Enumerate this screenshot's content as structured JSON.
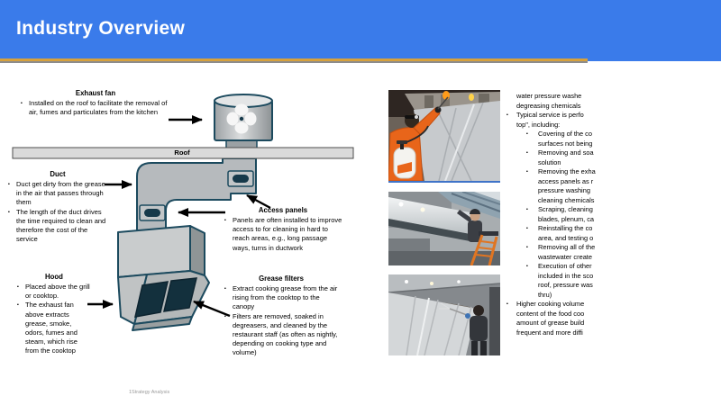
{
  "slide": {
    "title": "Industry Overview"
  },
  "colors": {
    "header_blue": "#3a7bea",
    "accent_gold": "#d6a13d",
    "accent_gray": "#8c8c8c",
    "diagram_outline": "#1c4a5e",
    "panel_navy": "#16394a"
  },
  "diagram": {
    "roof_label": "Roof",
    "callouts": {
      "exhaust_fan": {
        "title": "Exhaust fan",
        "bullets": [
          "Installed on the roof to facilitate the removal of air, fumes and particulates from the kitchen"
        ]
      },
      "duct": {
        "title": "Duct",
        "bullets": [
          "Duct get dirty from the grease in the air that passes through them",
          "The length of the duct drives the time required to clean and therefore the cost of the service"
        ]
      },
      "access_panels": {
        "title": "Access panels",
        "bullets": [
          "Panels are often installed to improve access to for cleaning in hard to reach areas, e.g., long passage ways, turns in ductwork"
        ]
      },
      "grease_filters": {
        "title": "Grease filters",
        "bullets": [
          "Extract cooking grease from the air rising from the cooktop to the canopy",
          "Filters are removed, soaked in degreasers, and cleaned by the restaurant staff (as often as nightly, depending on cooking type and volume)"
        ]
      },
      "hood": {
        "title": "Hood",
        "bullets": [
          "Placed above the grill or cooktop.",
          "The exhaust fan above extracts grease, smoke, odors, fumes and steam, which rise from the cooktop"
        ]
      }
    }
  },
  "photos": [
    {
      "alt": "Worker in orange suit pressure-washing a plastic-covered kitchen hood"
    },
    {
      "alt": "Worker on orange ladder cleaning a stainless steel exhaust hood"
    },
    {
      "alt": "Worker spraying degreaser on a hood draped in plastic sheeting"
    }
  ],
  "right_column": {
    "lines": [
      {
        "t": "water pressure washe",
        "l": 1,
        "b": false
      },
      {
        "t": "degreasing chemicals",
        "l": 1,
        "b": false
      },
      {
        "t": "Typical service is perfo",
        "l": 1,
        "b": true
      },
      {
        "t": "top\", including:",
        "l": 1,
        "b": false
      },
      {
        "t": "Covering of the co",
        "l": 2,
        "b": true
      },
      {
        "t": "surfaces not being",
        "l": 2,
        "b": false
      },
      {
        "t": "Removing and soa",
        "l": 2,
        "b": true
      },
      {
        "t": "solution",
        "l": 2,
        "b": false
      },
      {
        "t": "Removing the exha",
        "l": 2,
        "b": true
      },
      {
        "t": "access panels as r",
        "l": 2,
        "b": false
      },
      {
        "t": "pressure washing",
        "l": 2,
        "b": false
      },
      {
        "t": "cleaning chemicals",
        "l": 2,
        "b": false
      },
      {
        "t": "Scraping, cleaning",
        "l": 2,
        "b": true
      },
      {
        "t": "blades, plenum, ca",
        "l": 2,
        "b": false
      },
      {
        "t": "Reinstalling the co",
        "l": 2,
        "b": true
      },
      {
        "t": "area, and testing o",
        "l": 2,
        "b": false
      },
      {
        "t": "Removing all of the",
        "l": 2,
        "b": true
      },
      {
        "t": "wastewater create",
        "l": 2,
        "b": false
      },
      {
        "t": "Execution of other",
        "l": 2,
        "b": true
      },
      {
        "t": "included in the sco",
        "l": 2,
        "b": false
      },
      {
        "t": "roof, pressure was",
        "l": 2,
        "b": false
      },
      {
        "t": "thru)",
        "l": 2,
        "b": false
      },
      {
        "t": "Higher cooking volume",
        "l": 1,
        "b": true
      },
      {
        "t": "content of the food coo",
        "l": 1,
        "b": false
      },
      {
        "t": "amount of grease build",
        "l": 1,
        "b": false
      },
      {
        "t": "frequent and more diffi",
        "l": 1,
        "b": false
      }
    ]
  },
  "footer": {
    "note": "1Strategy Analysis"
  }
}
